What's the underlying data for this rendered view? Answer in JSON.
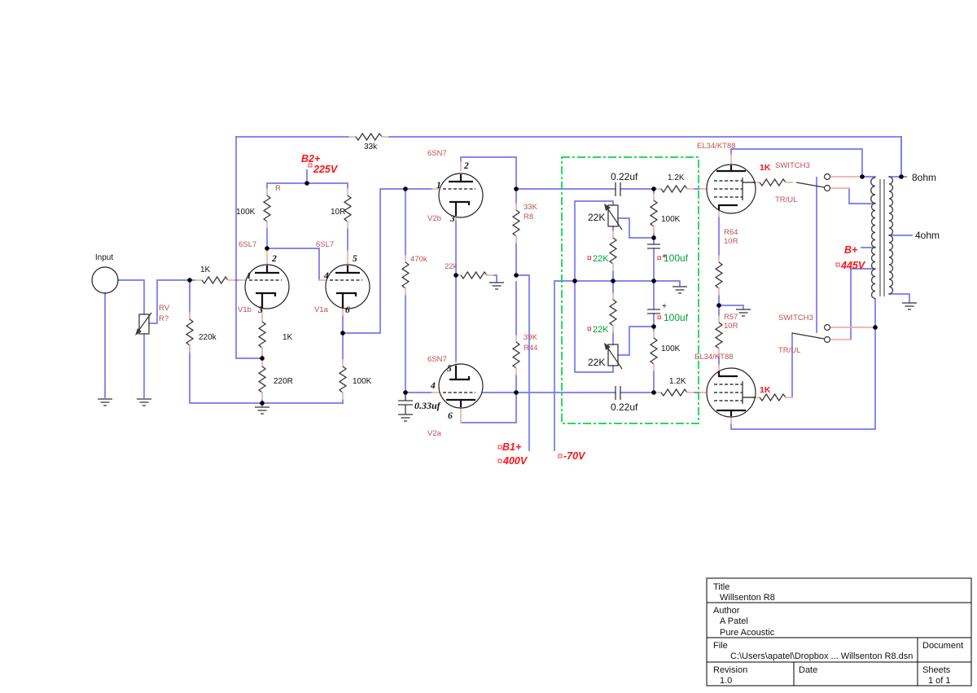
{
  "power": {
    "b2": {
      "name": "B2+",
      "value": "225V"
    },
    "b1": {
      "name": "B1+",
      "value": "400V"
    },
    "bias_supply": "-70V",
    "b_main": {
      "name": "B+",
      "value": "445V"
    }
  },
  "input_stage": {
    "jack": "Input",
    "volume_pot": {
      "ref": "RV",
      "value": "R?"
    },
    "grid_leak": "220k",
    "grid_stopper": "1K",
    "tube_type": "6SL7",
    "v1b": {
      "ref": "V1b",
      "pin_grid": "1",
      "pin_plate": "2",
      "pin_cathode": "3"
    },
    "v1a": {
      "ref": "V1a",
      "pin_grid": "4",
      "pin_plate": "5",
      "pin_cathode": "6"
    },
    "plate_rail_ref": "R",
    "plate_r_left": "100K",
    "plate_r_right": "10R",
    "cathode_r_v1b": "1K",
    "tail_r": "220R",
    "cathode_r_v1a": "100K",
    "feedback_r": "33k"
  },
  "driver_stage": {
    "tube_type": "6SN7",
    "v2b": {
      "ref": "V2b",
      "pin_grid": "1",
      "pin_plate": "2",
      "pin_cathode": "3"
    },
    "v2a": {
      "ref": "V2a",
      "pin_grid": "4",
      "pin_cathode": "5",
      "pin_plate": "6"
    },
    "grid_r": "470k",
    "cathode_r": "22k",
    "plate_load": {
      "value": "33K",
      "ref": "R8"
    },
    "lower_load": {
      "value": "39K",
      "ref": "R44"
    },
    "grid_cap": "0.33uf"
  },
  "bias_network": {
    "coupling_cap_top": "0.22uf",
    "coupling_cap_bottom": "0.22uf",
    "grid_stopper_top": "1.2K",
    "grid_stopper_bottom": "1.2K",
    "grid_r_top": "100K",
    "grid_r_bottom": "100K",
    "pot_top": "22K",
    "pot_bottom": "22K",
    "series_r_top": "22K",
    "series_r_bottom": "22K",
    "filter_cap_top": "100uf",
    "filter_cap_bottom": "100uf",
    "cap_polarity": "+"
  },
  "output_stage": {
    "tube_type_top": "EL34/KT88",
    "tube_type_bottom": "EL34/KT88",
    "screen_r_top": "1K",
    "screen_r_bottom": "1K",
    "switch_top": {
      "name": "SWITCH3",
      "mode": "TR/UL"
    },
    "switch_bottom": {
      "name": "SWITCH3",
      "mode": "TR/UL"
    },
    "sense_r_top": {
      "ref": "R64",
      "value": "10R"
    },
    "sense_r_bottom": {
      "ref": "R57",
      "value": "10R"
    }
  },
  "transformer": {
    "tap_8": "8ohm",
    "tap_4": "4ohm"
  },
  "title_block": {
    "title_label": "Title",
    "title": "Willsenton R8",
    "author_label": "Author",
    "author": "A Patel",
    "company": "Pure Acoustic",
    "file_label": "File",
    "file_path": "C:\\Users\\apatel\\Dropbox ... Willsenton R8.dsn",
    "document_label": "Document",
    "revision_label": "Revision",
    "revision": "1.0",
    "date_label": "Date",
    "sheets_label": "Sheets",
    "sheets": "1 of 1"
  }
}
